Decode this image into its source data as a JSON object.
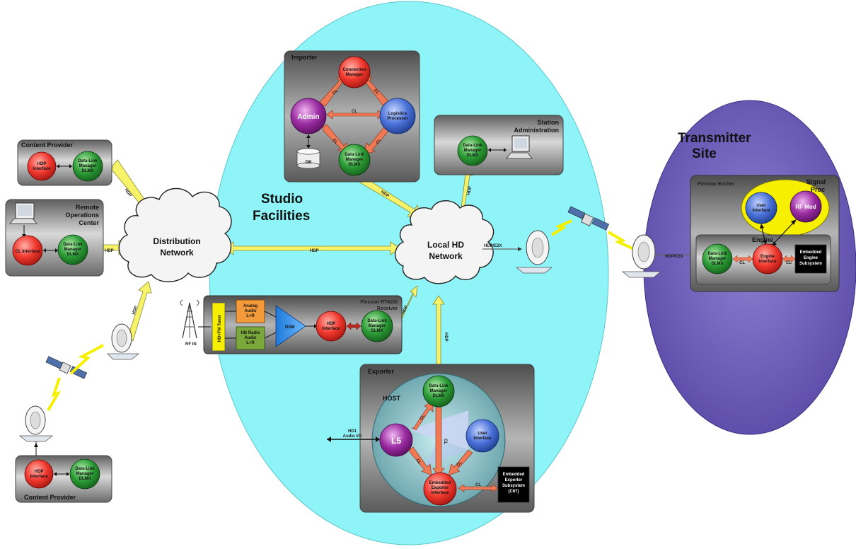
{
  "regions": {
    "studio_line1": "Studio",
    "studio_line2": "Facilities",
    "transmitter_line1": "Transmitter",
    "transmitter_line2": "Site"
  },
  "clouds": {
    "distribution_line1": "Distribution",
    "distribution_line2": "Network",
    "localhd_line1": "Local HD",
    "localhd_line2": "Network"
  },
  "content_provider_top": {
    "title": "Content Provider",
    "hdp_line1": "HDP",
    "hdp_line2": "Interface",
    "dlm_line1": "Data-Link",
    "dlm_line2": "Manager",
    "dlm_line3": "DLMX"
  },
  "remote_ops": {
    "title_line1": "Remote",
    "title_line2": "Operations",
    "title_line3": "Center",
    "cl_line1": "CL Interface",
    "dlm_line1": "Data-Link",
    "dlm_line2": "Manager",
    "dlm_line3": "DLMX"
  },
  "content_provider_bottom": {
    "title": "Content Provider",
    "hdp_line1": "HDP",
    "hdp_line2": "Interface",
    "dlm_line1": "Data-Link",
    "dlm_line2": "Manager",
    "dlm_line3": "DLMX"
  },
  "importer": {
    "title": "Importer",
    "conn_line1": "Connection",
    "conn_line2": "Manager",
    "admin": "Admin",
    "logistics_line1": "Logistics",
    "logistics_line2": "Processor",
    "dlm_line1": "Data-Link",
    "dlm_line2": "Manager",
    "dlm_line3": "DLMX",
    "db": "DB",
    "cl": "CL"
  },
  "station_admin": {
    "title_line1": "Station",
    "title_line2": "Administration",
    "dlm_line1": "Data-Link",
    "dlm_line2": "Manager",
    "dlm_line3": "DLMX"
  },
  "rtadd": {
    "title_line1": "Flexstar RTADD",
    "title_line2": "Receiver",
    "tuner": "HD+FM Tuner",
    "analog_line1": "Analog",
    "analog_line2": "Audio",
    "analog_line3": "L+R",
    "hd_line1": "HD Radio",
    "hd_line2": "Audio",
    "hd_line3": "L+R",
    "dsm": "DSM",
    "hdp_line1": "HDP",
    "hdp_line2": "Interface",
    "dlm_line1": "Data-Link",
    "dlm_line2": "Manager",
    "dlm_line3": "DLMX",
    "rf_in": "RF IN"
  },
  "exporter": {
    "title": "Exporter",
    "host": "HOST",
    "dlm_line1": "Data-Link",
    "dlm_line2": "Manager",
    "dlm_line3": "DLMX",
    "l5": "L5",
    "ui_line1": "User",
    "ui_line2": "Interface",
    "eei_line1": "Embedded",
    "eei_line2": "Exporter",
    "eei_line3": "Interface",
    "ees_line1": "Embedded",
    "ees_line2": "Exporter",
    "ees_line3": "Subsystem",
    "ees_line4": "(C67)",
    "hd1_line1": "HD1",
    "hd1_line2": "Audio I/O",
    "cl": "CL"
  },
  "exciter": {
    "title": "Flexstar Exciter",
    "signal_line1": "Signal",
    "signal_line2": "Proc",
    "ui_line1": "User",
    "ui_line2": "Interface",
    "rfmod": "RF Mod",
    "engine": "Engine",
    "dlm_line1": "Data-Link",
    "dlm_line2": "Manager",
    "dlm_line3": "DLMX",
    "ei_line1": "Engine",
    "ei_line2": "Interface",
    "ees_line1": "Embedded",
    "ees_line2": "Engine",
    "ees_line3": "Subsystem",
    "cl": "CL"
  },
  "links": {
    "hdp": "HDP",
    "hdp_e2x": "HDP/E2X"
  },
  "colors": {
    "studio": "#8ff3f6",
    "transmitter": "#7a6cc0",
    "red": "#e8413a",
    "green": "#2f9a3a",
    "blue": "#4a72d8",
    "purple": "#9a2aa0",
    "yellow_link": "#f6f26a",
    "panel": "#8a8a8a"
  }
}
